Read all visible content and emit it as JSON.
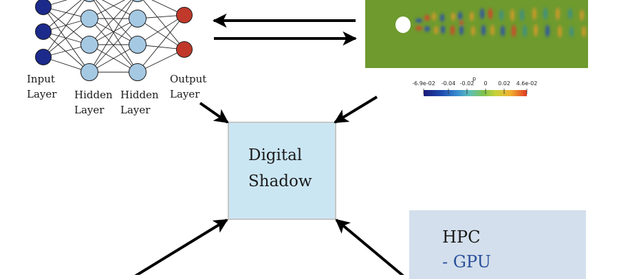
{
  "neural_network": {
    "layers": [
      {
        "name": "Input",
        "label_line1": "Input",
        "label_line2": "Layer",
        "nodes": 3,
        "color": "#1c2a8c"
      },
      {
        "name": "Hidden 1",
        "label_line1": "Hidden",
        "label_line2": "Layer",
        "nodes": 4,
        "color": "#a6c9e3"
      },
      {
        "name": "Hidden 2",
        "label_line1": "Hidden",
        "label_line2": "Layer",
        "nodes": 4,
        "color": "#a6c9e3"
      },
      {
        "name": "Output",
        "label_line1": "Output",
        "label_line2": "Layer",
        "nodes": 2,
        "color": "#c0392b"
      }
    ]
  },
  "simulation": {
    "field_label": "p",
    "colorbar_ticks": [
      "-6.9e-02",
      "-0.04",
      "-0.02",
      "0",
      "0.02",
      "4.6e-02"
    ],
    "background_color": "#6e9a2e"
  },
  "digital_shadow": {
    "line1": "Digital",
    "line2": "Shadow",
    "fill_color": "#cbe6f3"
  },
  "hpc": {
    "title": "HPC",
    "items": [
      "- GPU"
    ],
    "item_color": "#2a4f9a",
    "fill_color": "#d3dfec"
  },
  "arrows": [
    {
      "from": "simulation",
      "to": "neural-network"
    },
    {
      "from": "neural-network",
      "to": "simulation"
    },
    {
      "from": "neural-network",
      "to": "digital-shadow"
    },
    {
      "from": "simulation",
      "to": "digital-shadow"
    },
    {
      "from": "bottom-left-source",
      "to": "digital-shadow"
    },
    {
      "from": "hpc",
      "to": "digital-shadow"
    }
  ]
}
